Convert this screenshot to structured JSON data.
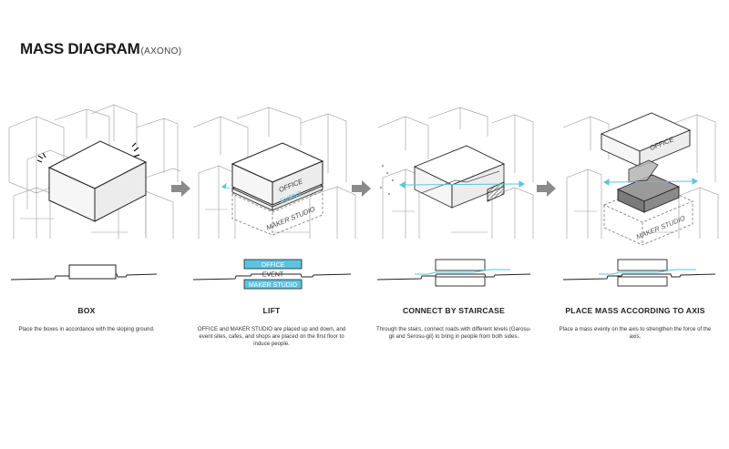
{
  "header": {
    "title": "MASS DIAGRAM",
    "subtitle": "(AXONO)"
  },
  "steps": [
    {
      "title": "BOX",
      "description": "Place the boxes in accordance with the sloping ground."
    },
    {
      "title": "LIFT",
      "description": "OFFICE and MAKER STUDIO are placed up and down, and  event sites, cafes, and shops are placed on the first floor to induce people.",
      "axono_labels": {
        "office": "OFFICE",
        "event": "EVENT",
        "studio": "MAKER STUDIO"
      },
      "section_labels": {
        "office": "OFFICE",
        "event": "EVENT",
        "studio": "MAKER STUDIO"
      }
    },
    {
      "title": "CONNECT BY STAIRCASE",
      "description": "Through the stairs, connect roads with different levels (Garosu-gil and Serosu-gil) to bring in people from both sides."
    },
    {
      "title": "PLACE MASS ACCORDING TO AXIS",
      "description": "Place a mass evenly on the axis to strengthen the force of the axis.",
      "axono_labels": {
        "office": "OFFICE",
        "studio": "MAKER STUDIO"
      }
    }
  ],
  "colors": {
    "accent": "#5bc4e0",
    "arrow": "#8a8a8a",
    "dark_mass": "#7a7a7a",
    "line": "#222222",
    "context": "#9a9a9a"
  }
}
